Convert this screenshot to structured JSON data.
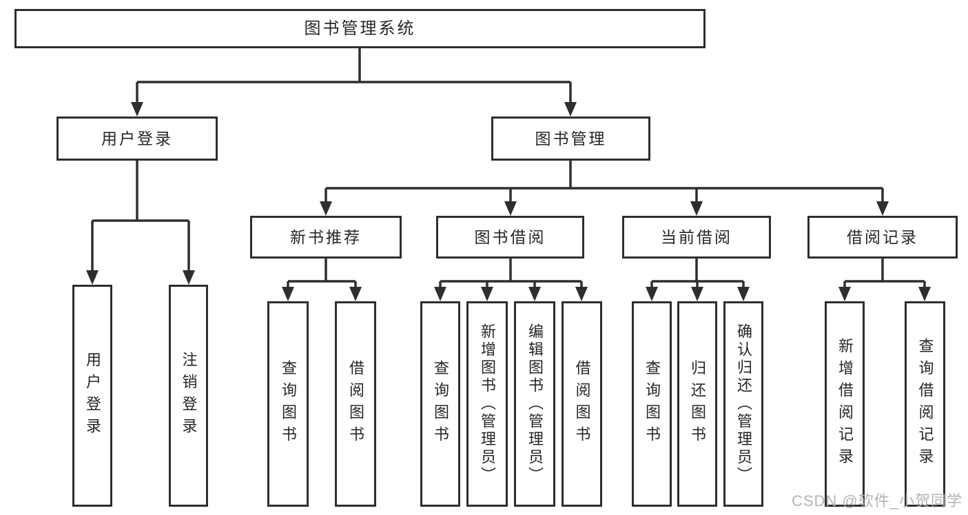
{
  "diagram": {
    "root": {
      "label": "图书管理系统"
    },
    "branches": {
      "userLogin": {
        "label": "用户登录",
        "children": [
          {
            "label": "用户登录"
          },
          {
            "label": "注销登录"
          }
        ]
      },
      "bookManagement": {
        "label": "图书管理",
        "groups": [
          {
            "label": "新书推荐",
            "children": [
              {
                "label": "查询图书"
              },
              {
                "label": "借阅图书"
              }
            ]
          },
          {
            "label": "图书借阅",
            "children": [
              {
                "label": "查询图书"
              },
              {
                "label": "新增图书（管理员）"
              },
              {
                "label": "编辑图书（管理员）"
              },
              {
                "label": "借阅图书"
              }
            ]
          },
          {
            "label": "当前借阅",
            "children": [
              {
                "label": "查询图书"
              },
              {
                "label": "归还图书"
              },
              {
                "label": "确认归还（管理员）"
              }
            ]
          },
          {
            "label": "借阅记录",
            "children": [
              {
                "label": "新增借阅记录"
              },
              {
                "label": "查询借阅记录"
              }
            ]
          }
        ]
      }
    },
    "watermark": "CSDN @软件_小贺同学",
    "colors": {
      "line": "#2e2e2e",
      "text": "#262626",
      "background": "#ffffff",
      "watermark": "#b3b3b3"
    }
  }
}
